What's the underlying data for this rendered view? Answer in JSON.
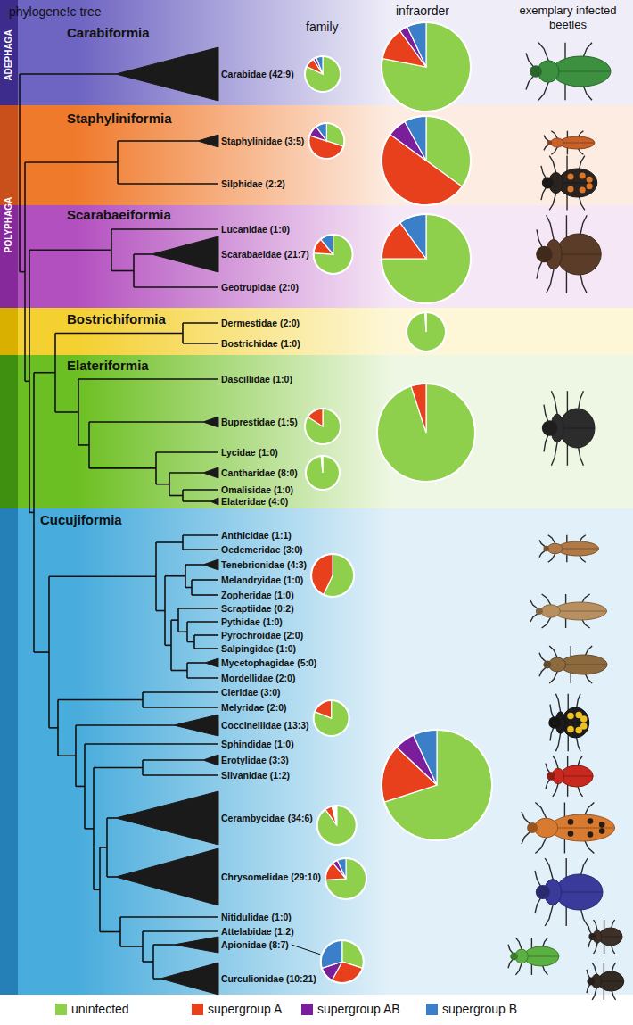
{
  "diagram": {
    "nodes": [
      {
        "text": [
          "Carabiformia"
        ]
      },
      {
        "text": [
          "Staphyliniformia"
        ]
      },
      {
        "text": [
          "Scarabaeiformia"
        ]
      },
      {
        "text": [
          "Bostrichiformia"
        ]
      },
      {
        "text": [
          "Elateriformia"
        ]
      },
      {
        "text": [
          "Cucujiformia"
        ]
      }
    ],
    "labels": [
      "phylogene!c tree",
      "family",
      "infraorder",
      "exemplary infected beetles",
      "ADEPHAGA",
      "POLYPHAGA",
      "Carabidae (42:9)",
      "Staphylinidae (3:5)",
      "Silphidae (2:2)",
      "Lucanidae (1:0)",
      "Scarabaeidae (21:7)",
      "Geotrupidae (2:0)",
      "Dermestidae (2:0)",
      "Bostrichidae (1:0)",
      "Dascillidae (1:0)",
      "Buprestidae (1:5)",
      "Lycidae (1:0)",
      "Cantharidae (8:0)",
      "Omalisidae (1:0)",
      "Elateridae (4:0)",
      "Anthicidae (1:1)",
      "Oedemeridae (3:0)",
      "Tenebrionidae (4:3)",
      "Melandryidae (1:0)",
      "Zopheridae (1:0)",
      "Scraptiidae (0:2)",
      "Pythidae (1:0)",
      "Pyrochroidae (2:0)",
      "Salpingidae (1:0)",
      "Mycetophagidae (5:0)",
      "Mordellidae (2:0)",
      "Cleridae (3:0)",
      "Melyridae (2:0)",
      "Coccinellidae (13:3)",
      "Sphindidae (1:0)",
      "Erotylidae (3:3)",
      "Silvanidae (1:2)",
      "Cerambycidae (34:6)",
      "Chrysomelidae (29:10)",
      "Nitidulidae (1:0)",
      "Attelabidae (1:2)",
      "Apionidae (8:7)",
      "Curculionidae (10:21)"
    ],
    "legend": [
      {
        "text": "uninfected",
        "color": "#8ed04b"
      },
      {
        "text": "supergroup A",
        "color": "#e8401c"
      },
      {
        "text": "supergroup AB",
        "color": "#7a1e9c"
      },
      {
        "text": "supergroup B",
        "color": "#3b7fc8"
      }
    ]
  }
}
